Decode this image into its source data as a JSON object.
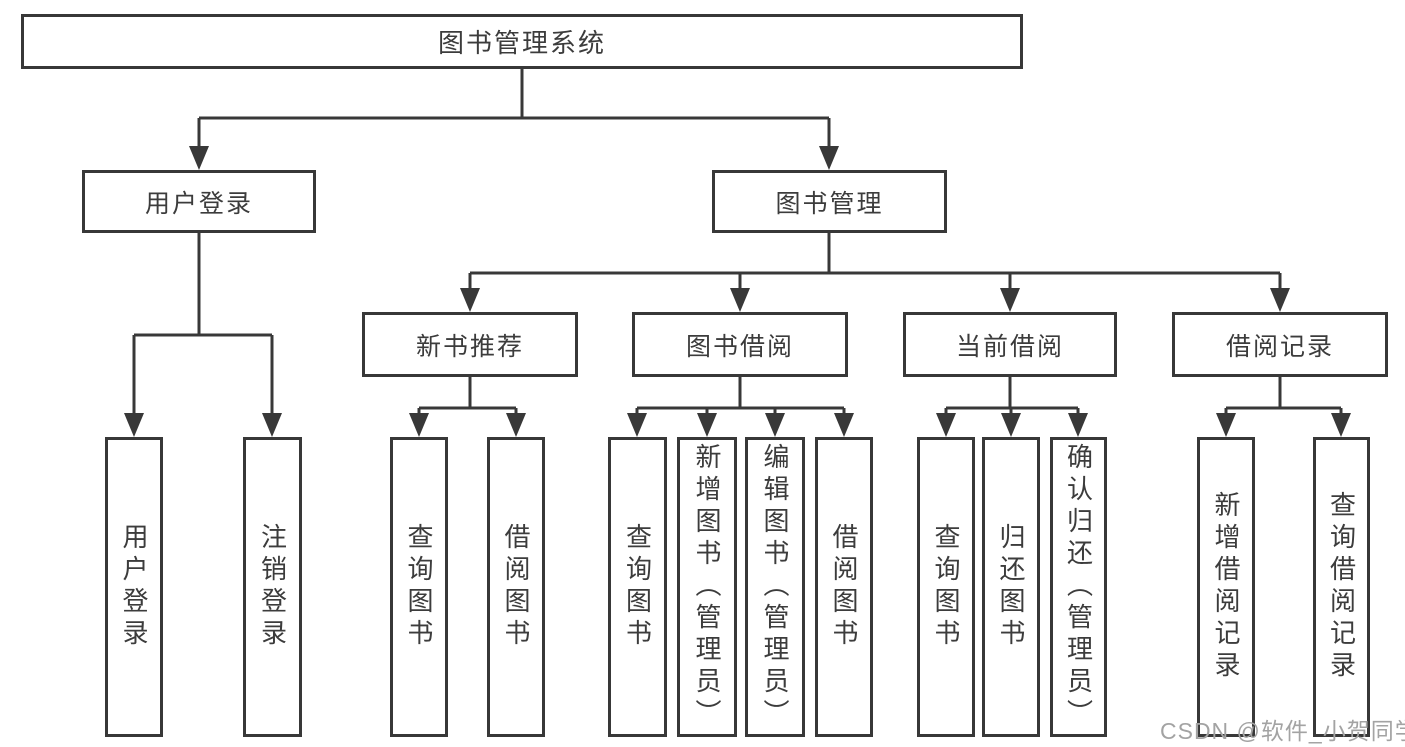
{
  "diagram": {
    "title": "图书管理系统",
    "root": {
      "label": "图书管理系统"
    },
    "level2": [
      {
        "label": "用户登录"
      },
      {
        "label": "图书管理"
      }
    ],
    "level3": [
      {
        "label": "新书推荐",
        "parent": "图书管理"
      },
      {
        "label": "图书借阅",
        "parent": "图书管理"
      },
      {
        "label": "当前借阅",
        "parent": "图书管理"
      },
      {
        "label": "借阅记录",
        "parent": "图书管理"
      }
    ],
    "leaves": [
      {
        "label": "用户登录",
        "parent": "用户登录"
      },
      {
        "label": "注销登录",
        "parent": "用户登录"
      },
      {
        "label": "查询图书",
        "parent": "新书推荐"
      },
      {
        "label": "借阅图书",
        "parent": "新书推荐"
      },
      {
        "label": "查询图书",
        "parent": "图书借阅"
      },
      {
        "label": "新增图书（管理员）",
        "parent": "图书借阅"
      },
      {
        "label": "编辑图书（管理员）",
        "parent": "图书借阅"
      },
      {
        "label": "借阅图书",
        "parent": "图书借阅"
      },
      {
        "label": "查询图书",
        "parent": "当前借阅"
      },
      {
        "label": "归还图书",
        "parent": "当前借阅"
      },
      {
        "label": "确认归还（管理员）",
        "parent": "当前借阅"
      },
      {
        "label": "新增借阅记录",
        "parent": "借阅记录"
      },
      {
        "label": "查询借阅记录",
        "parent": "借阅记录"
      }
    ]
  },
  "watermark": "CSDN @软件_小贺同学",
  "colors": {
    "line": "#383838",
    "text": "#3c3c3c",
    "background": "#ffffff",
    "watermark": "#a3a3a3"
  }
}
